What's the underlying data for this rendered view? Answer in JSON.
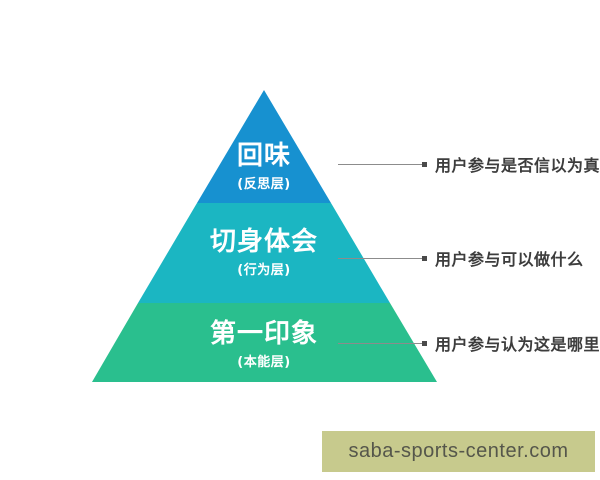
{
  "diagram": {
    "type": "pyramid",
    "title": "",
    "levels": [
      {
        "label": "回味",
        "sublabel": "(反思层)",
        "color": "#1791d0",
        "annotation": "用户参与是否信以为真"
      },
      {
        "label": "切身体会",
        "sublabel": "(行为层)",
        "color": "#1bb6c2",
        "annotation": "用户参与可以做什么"
      },
      {
        "label": "第一印象",
        "sublabel": "(本能层)",
        "color": "#2abf8e",
        "annotation": "用户参与认为这是哪里"
      }
    ],
    "label_text_color": "#ffffff",
    "annotation_text_color": "#3d3d3d",
    "leader_line_color": "#8c8c8c",
    "leader_bullet_color": "#4a4a4a"
  },
  "footer": {
    "domain": "saba-sports-center.com",
    "background_color": "#c7ca8d",
    "text_color": "#55564b"
  }
}
